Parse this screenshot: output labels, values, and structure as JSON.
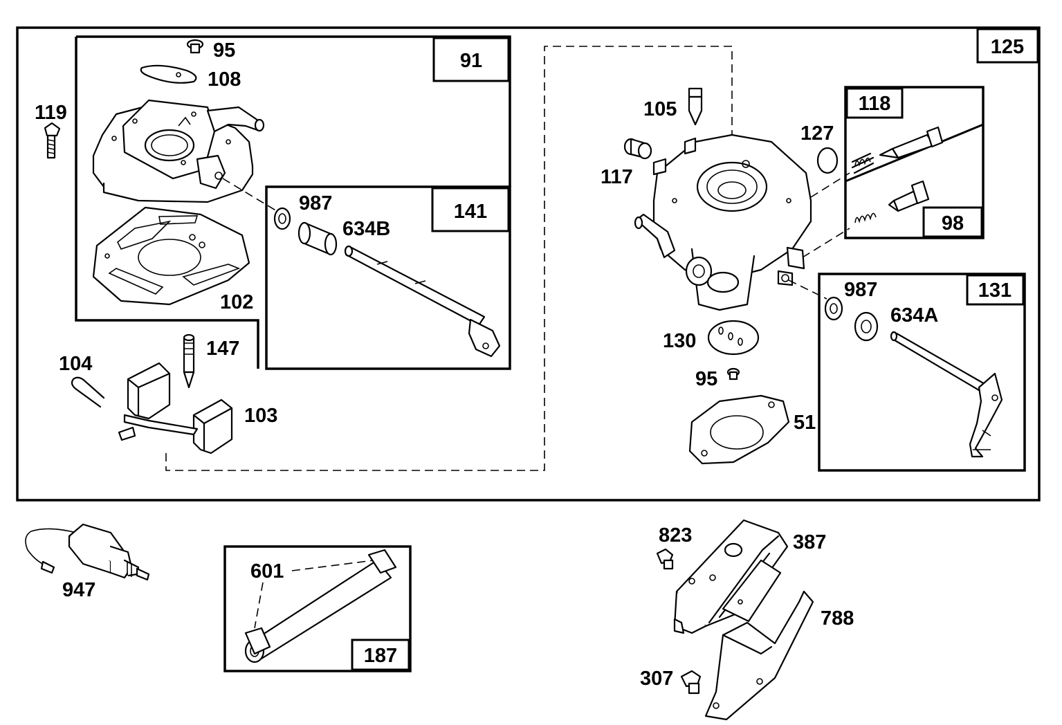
{
  "callouts": {
    "p95_top": "95",
    "p108": "108",
    "p119": "119",
    "p987_left": "987",
    "p634b": "634B",
    "p102": "102",
    "p104": "104",
    "p147": "147",
    "p103": "103",
    "p105": "105",
    "p117": "117",
    "p127": "127",
    "p130": "130",
    "p95_right": "95",
    "p51": "51",
    "p987_right": "987",
    "p634a": "634A",
    "p947": "947",
    "p601": "601",
    "p823": "823",
    "p387": "387",
    "p788": "788",
    "p307": "307"
  },
  "boxes": {
    "b125": "125",
    "b91": "91",
    "b141": "141",
    "b118": "118",
    "b98": "98",
    "b131": "131",
    "b187": "187"
  }
}
